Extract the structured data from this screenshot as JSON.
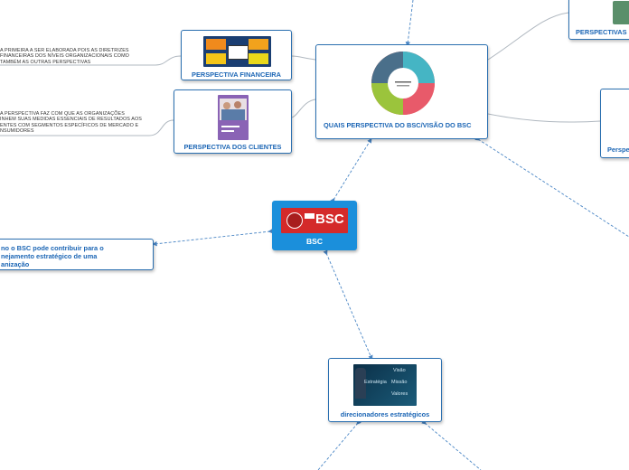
{
  "central": {
    "title": "BSC",
    "logo_text": "BSC"
  },
  "nodes": {
    "financeira": {
      "title": "PERSPECTIVA FINANCEIRA",
      "img_cells": [
        "",
        "",
        "",
        "",
        ""
      ]
    },
    "clientes": {
      "title": "PERSPECTIVA DOS CLIENTES"
    },
    "quais": {
      "title": "QUAIS PERSPECTIVA DO BSC/VISÃO DO BSC"
    },
    "perspectivas_top": {
      "title": "PERSPECTIVAS"
    },
    "perspectiva_right": {
      "title": "Perspe"
    },
    "como_bsc": {
      "title": "no o BSC pode contribuir para o\nnejamento estratégico de uma\nanização"
    },
    "direcionadores": {
      "title": "direcionadores estratégicos",
      "img_words": [
        "Visão",
        "Missão",
        "Valores",
        "Estratégia"
      ]
    }
  },
  "notes": {
    "financeira": "A PRIMEIRA  A SER ELABORADA POIS AS DIRETRIZES\nFINANCEIRAS DOS  NÍVEIS ORGANIZACIONAIS COMO\nTAMBÉM AS OUTRAS PERSPECTIVAS",
    "clientes": "A PERSPECTIVA FAZ COM QUE AS ORGANIZAÇÕES\nINHEM SUAS MEDIDAS ESSENCIAIS DE RESULTADOS AOS\nENTES COM SEGMENTOS ESPECÍFICOS DE MERCADO E\nNSUMIDORES"
  },
  "colors": {
    "accent": "#1c66b5",
    "central": "#1b8fdb",
    "link": "#4a86c5",
    "solid_link": "#b0b8c0"
  }
}
